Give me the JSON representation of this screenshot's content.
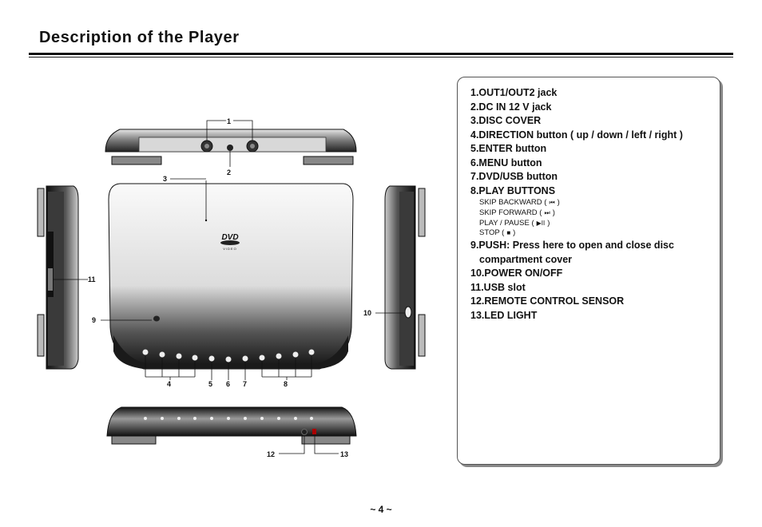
{
  "header": {
    "title": "Description of the Player"
  },
  "callouts": [
    "1",
    "2",
    "3",
    "4",
    "5",
    "6",
    "7",
    "8",
    "9",
    "10",
    "11",
    "12",
    "13"
  ],
  "player": {
    "logo": "DVD",
    "logo_sub": "VIDEO"
  },
  "items": [
    {
      "text": "1.OUT1/OUT2 jack"
    },
    {
      "text": "2.DC IN 12 V  jack"
    },
    {
      "text": "3.DISC COVER"
    },
    {
      "text": "4.DIRECTION button ( up / down / left / right )"
    },
    {
      "text": "5.ENTER button"
    },
    {
      "text": "6.MENU button"
    },
    {
      "text": "7.DVD/USB button"
    },
    {
      "text": "8.PLAY BUTTONS"
    }
  ],
  "play_buttons": [
    {
      "label": "SKIP BACKWARD (",
      "icon": "skip-backward-icon",
      "glyph": "⏮",
      "close": ")"
    },
    {
      "label": "SKIP FORWARD (",
      "icon": "skip-forward-icon",
      "glyph": "⏭",
      "close": ")"
    },
    {
      "label": "PLAY / PAUSE (",
      "icon": "play-pause-icon",
      "glyph": "▶II",
      "close": ")"
    },
    {
      "label": "STOP (",
      "icon": "stop-icon",
      "glyph": "■",
      "close": ")"
    }
  ],
  "items_after": {
    "push_line1": "9.PUSH: Press here to open and close disc",
    "push_line2": "compartment cover",
    "power": "10.POWER ON/OFF",
    "usb": "11.USB slot",
    "remote": "12.REMOTE CONTROL SENSOR",
    "led": "13.LED LIGHT"
  },
  "footer": {
    "page": "~ 4 ~"
  }
}
